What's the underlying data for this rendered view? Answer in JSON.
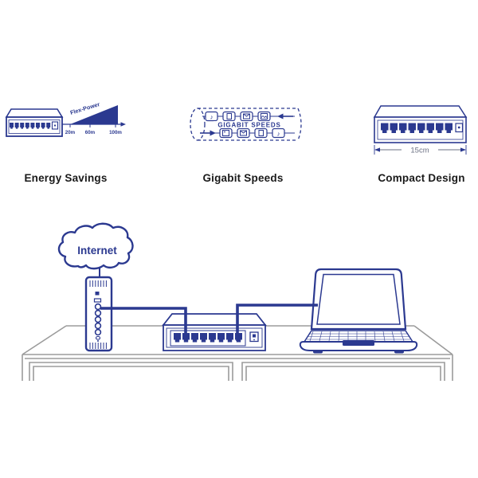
{
  "colors": {
    "navy": "#2B3990",
    "desk_gray": "#9B9B9B",
    "title_black": "#1A1A1A",
    "dimension_text": "#6B7083"
  },
  "features": [
    {
      "title": "Energy Savings",
      "illustration": "switch-with-flex-power-range-chart",
      "flex_power_label": "Flex-Power",
      "distance_ticks": [
        "20m",
        "60m",
        "100m"
      ]
    },
    {
      "title": "Gigabit Speeds",
      "illustration": "data-pipe-with-packets",
      "pipe_label": "GIGABIT SPEEDS"
    },
    {
      "title": "Compact Design",
      "illustration": "switch-front-view-with-dimension",
      "dimension_label": "15cm"
    }
  ],
  "network_diagram": {
    "cloud_label": "Internet",
    "element_names": [
      "internet-cloud",
      "modem-router",
      "gigabit-switch",
      "laptop",
      "desk",
      "ethernet-cables"
    ]
  }
}
